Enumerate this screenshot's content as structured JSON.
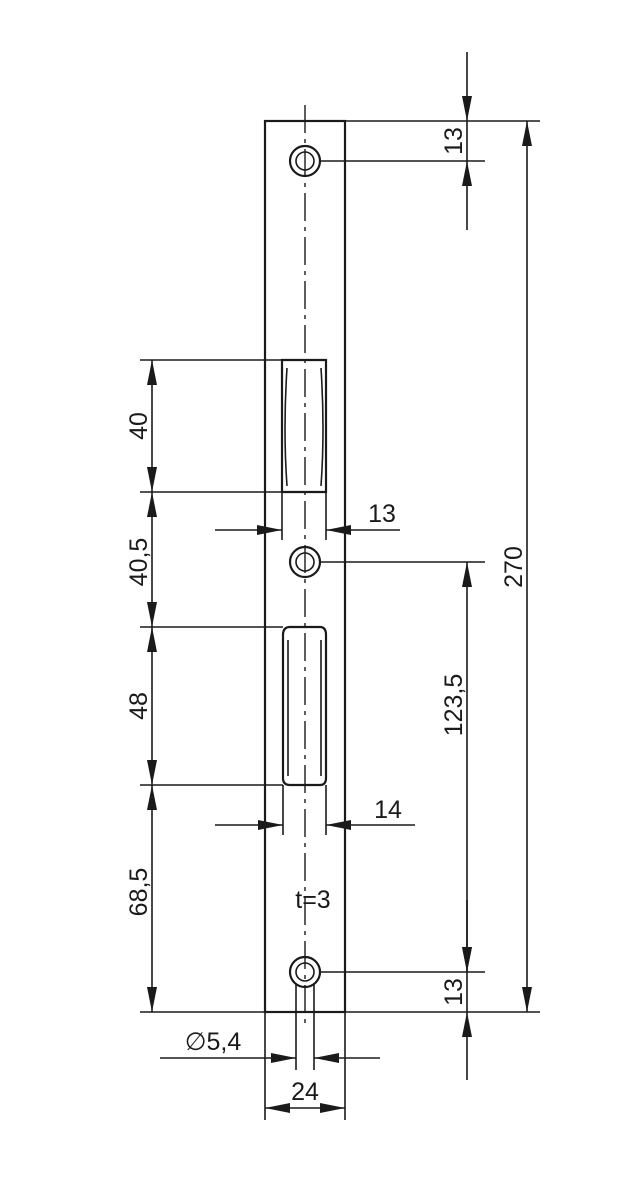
{
  "drawing": {
    "dimensions": {
      "top_edge_to_hole": "13",
      "bottom_hole_to_edge": "13",
      "total_length": "270",
      "hole_to_hole": "123,5",
      "upper_slot_height": "40",
      "slot_gap": "40,5",
      "lower_slot_height": "48",
      "bottom_offset": "68,5",
      "upper_slot_width": "13",
      "lower_slot_width": "14",
      "hole_diameter": "∅5,4",
      "plate_width": "24",
      "thickness": "t=3"
    }
  }
}
